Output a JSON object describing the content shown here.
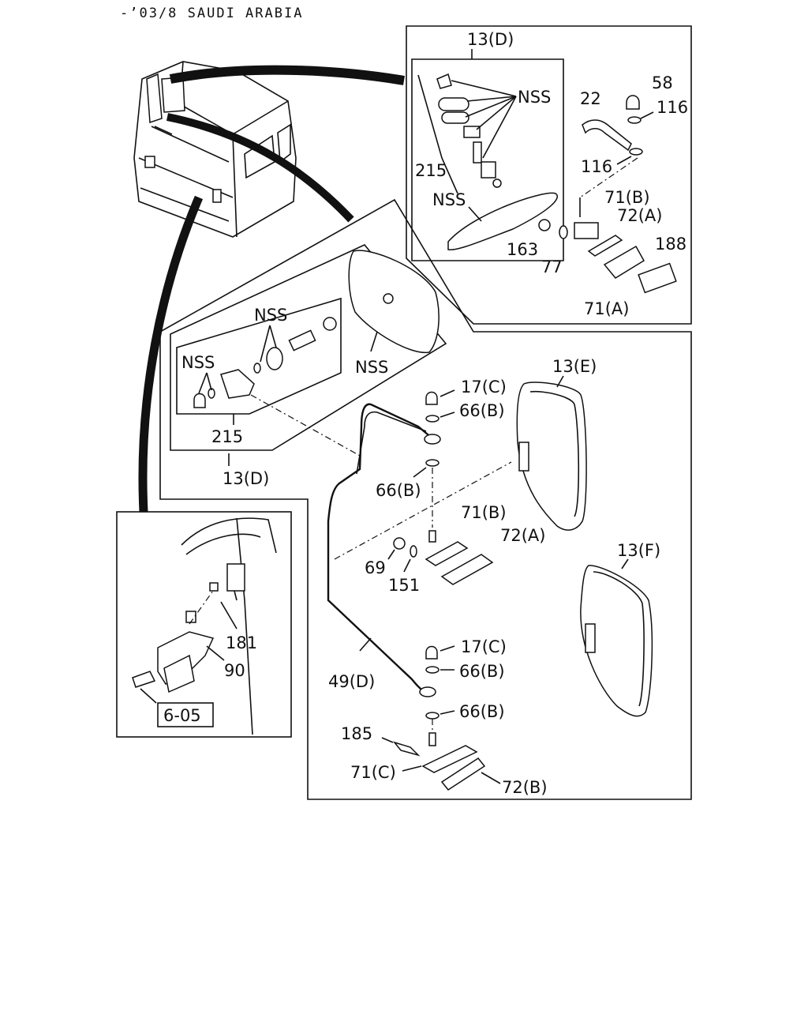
{
  "header": {
    "title": "-’03/8 SAUDI ARABIA"
  },
  "labels": {
    "l_13D_top": "13(D)",
    "l_NSS_a": "NSS",
    "l_215_a": "215",
    "l_NSS_b": "NSS",
    "l_22": "22",
    "l_58": "58",
    "l_116_a": "116",
    "l_116_b": "116",
    "l_71B_a": "71(B)",
    "l_72A_a": "72(A)",
    "l_163": "163",
    "l_77": "77",
    "l_188": "188",
    "l_71A": "71(A)",
    "l_NSS_c": "NSS",
    "l_NSS_d": "NSS",
    "l_NSS_e": "NSS",
    "l_215_b": "215",
    "l_13D_mid": "13(D)",
    "l_13E": "13(E)",
    "l_17C_a": "17(C)",
    "l_66B_a": "66(B)",
    "l_66B_b": "66(B)",
    "l_71B_b": "71(B)",
    "l_72A_b": "72(A)",
    "l_69": "69",
    "l_151": "151",
    "l_13F": "13(F)",
    "l_17C_b": "17(C)",
    "l_66B_c": "66(B)",
    "l_49D": "49(D)",
    "l_66B_d": "66(B)",
    "l_185": "185",
    "l_71C": "71(C)",
    "l_72B": "72(B)",
    "l_181": "181",
    "l_90": "90",
    "l_605": "6-05"
  }
}
